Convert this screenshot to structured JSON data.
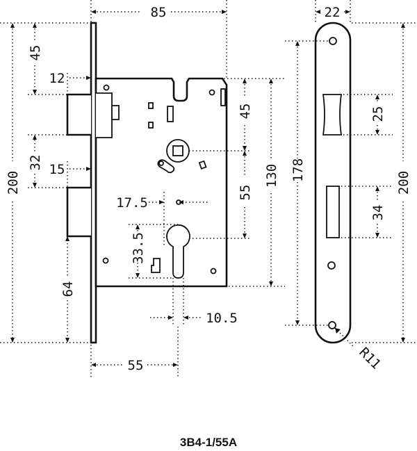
{
  "model": "3B4-1/55A",
  "dimensions": {
    "faceplate_width": "85",
    "strike_width": "22",
    "latch_offset_top": "45",
    "latch_projection": "12",
    "latch_to_deadbolt": "32",
    "deadbolt_projection": "15",
    "total_height_left": "200",
    "bolt_bottom": "64",
    "hub_to_top": "45",
    "hub_to_cylinder": "55",
    "case_height": "130",
    "hole_spacing": "178",
    "hub_offset": "17.5",
    "cylinder_height": "33.5",
    "cylinder_width": "10.5",
    "backset": "55",
    "strike_latch_opening": "25",
    "strike_bolt_opening": "34",
    "total_height_right": "200",
    "strike_radius": "R11"
  }
}
